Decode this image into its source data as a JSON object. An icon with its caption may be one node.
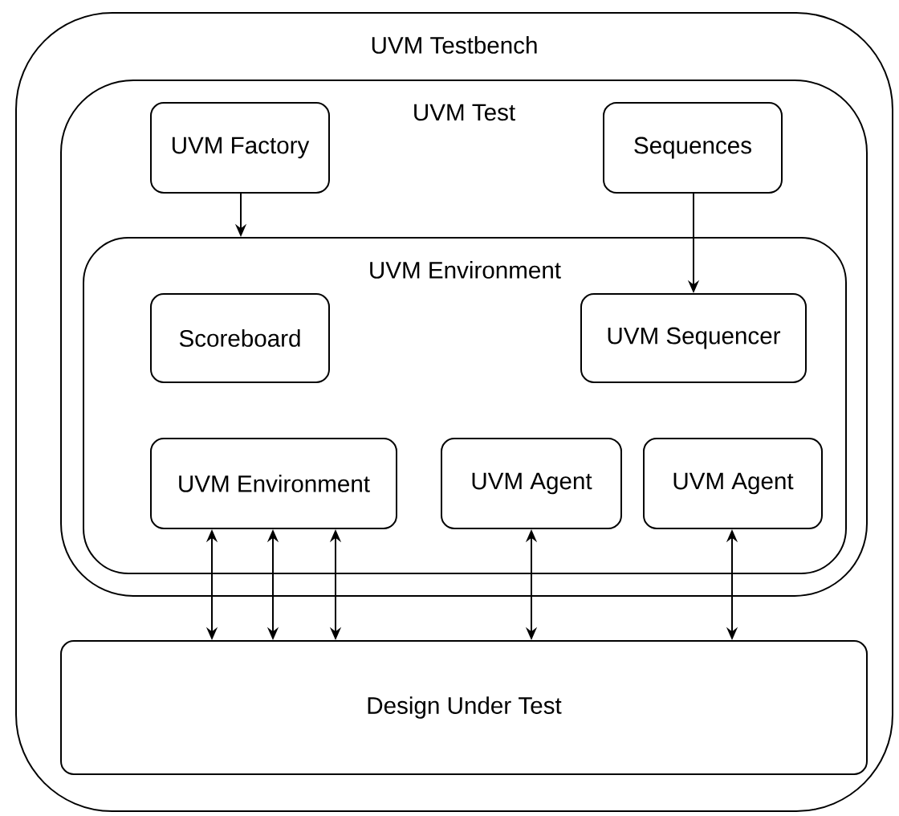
{
  "diagram": {
    "nodes": [
      {
        "text": [
          "UVM Testbench"
        ]
      },
      {
        "text": [
          "UVM Test"
        ],
        "in": 0
      },
      {
        "text": [
          "UVM Factory"
        ],
        "in": 1
      },
      {
        "text": [
          "Sequences"
        ],
        "in": 1
      },
      {
        "text": [
          "UVM Environment"
        ],
        "in": 1
      },
      {
        "text": [
          "Scoreboard"
        ],
        "in": 4
      },
      {
        "text": [
          "UVM Sequencer"
        ],
        "in": 4
      },
      {
        "text": [
          "UVM Environment"
        ],
        "in": 4
      },
      {
        "text": [
          "UVM Agent"
        ],
        "in": 4
      },
      {
        "text": [
          "UVM Agent"
        ],
        "in": 4
      },
      {
        "text": [
          "Design Under Test"
        ],
        "in": 0
      }
    ],
    "edges": [
      {
        "from": 2,
        "to": 4,
        "arrow": "to"
      },
      {
        "from": 3,
        "to": 6,
        "arrow": "to"
      },
      {
        "from": 7,
        "to": 10,
        "arrow": "both"
      },
      {
        "from": 7,
        "to": 10,
        "arrow": "both"
      },
      {
        "from": 7,
        "to": 10,
        "arrow": "both"
      },
      {
        "from": 8,
        "to": 10,
        "arrow": "both"
      },
      {
        "from": 9,
        "to": 10,
        "arrow": "both"
      }
    ]
  }
}
